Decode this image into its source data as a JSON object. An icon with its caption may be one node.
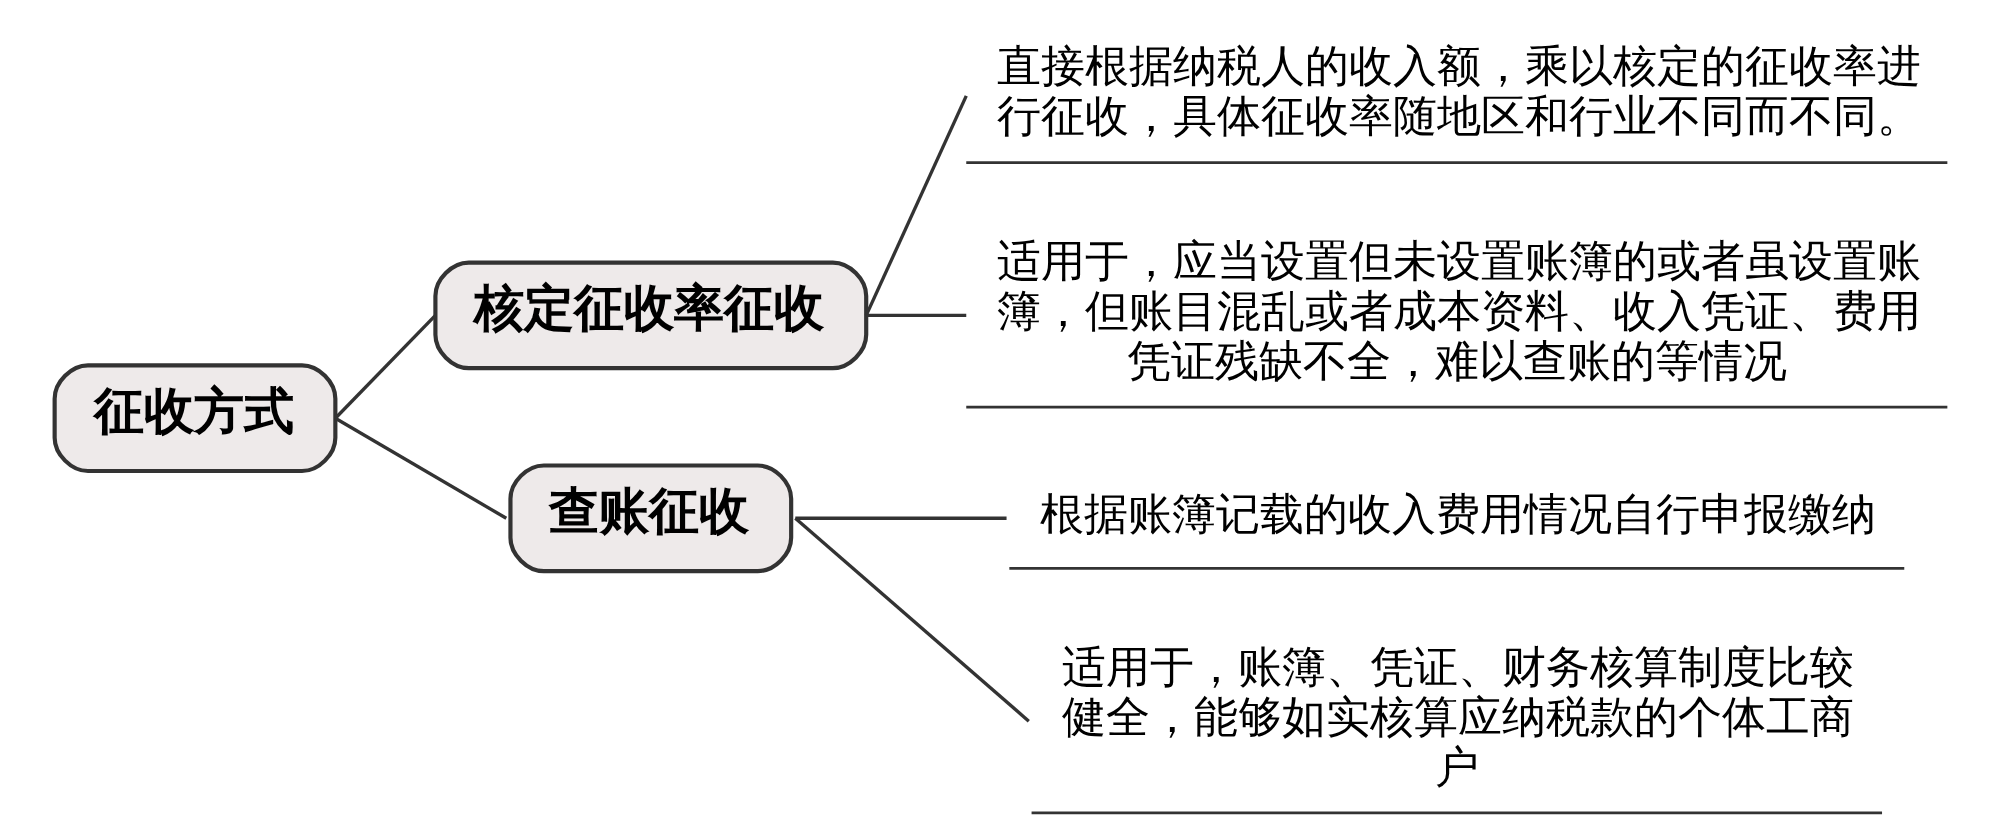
{
  "diagram": {
    "nodes": [
      {
        "text": [
          "征收方式"
        ]
      },
      {
        "text": [
          "核定征收率征收"
        ]
      },
      {
        "text": [
          "直接根据纳税人的收入额，乘以核定的征收率进行征收，具体征收率随地区和行业不同而不同。"
        ]
      },
      {
        "text": [
          "适用于，应当设置但未设置账簿的或者虽设置账簿，但账目混乱或者成本资料、收入凭证、费用凭证残缺不全，难以查账的等情况"
        ]
      },
      {
        "text": [
          "查账征收"
        ]
      },
      {
        "text": [
          "根据账簿记载的收入费用情况自行申报缴纳"
        ]
      },
      {
        "text": [
          "适用于，账簿、凭证、财务核算制度比较健全，能够如实核算应纳税款的个体工商户"
        ]
      }
    ],
    "edges": [
      {
        "from": 0,
        "to": 1,
        "arrow": "none"
      },
      {
        "from": 0,
        "to": 4,
        "arrow": "none"
      },
      {
        "from": 1,
        "to": 2,
        "arrow": "none"
      },
      {
        "from": 1,
        "to": 3,
        "arrow": "none"
      },
      {
        "from": 4,
        "to": 5,
        "arrow": "none"
      },
      {
        "from": 4,
        "to": 6,
        "arrow": "none"
      }
    ]
  }
}
